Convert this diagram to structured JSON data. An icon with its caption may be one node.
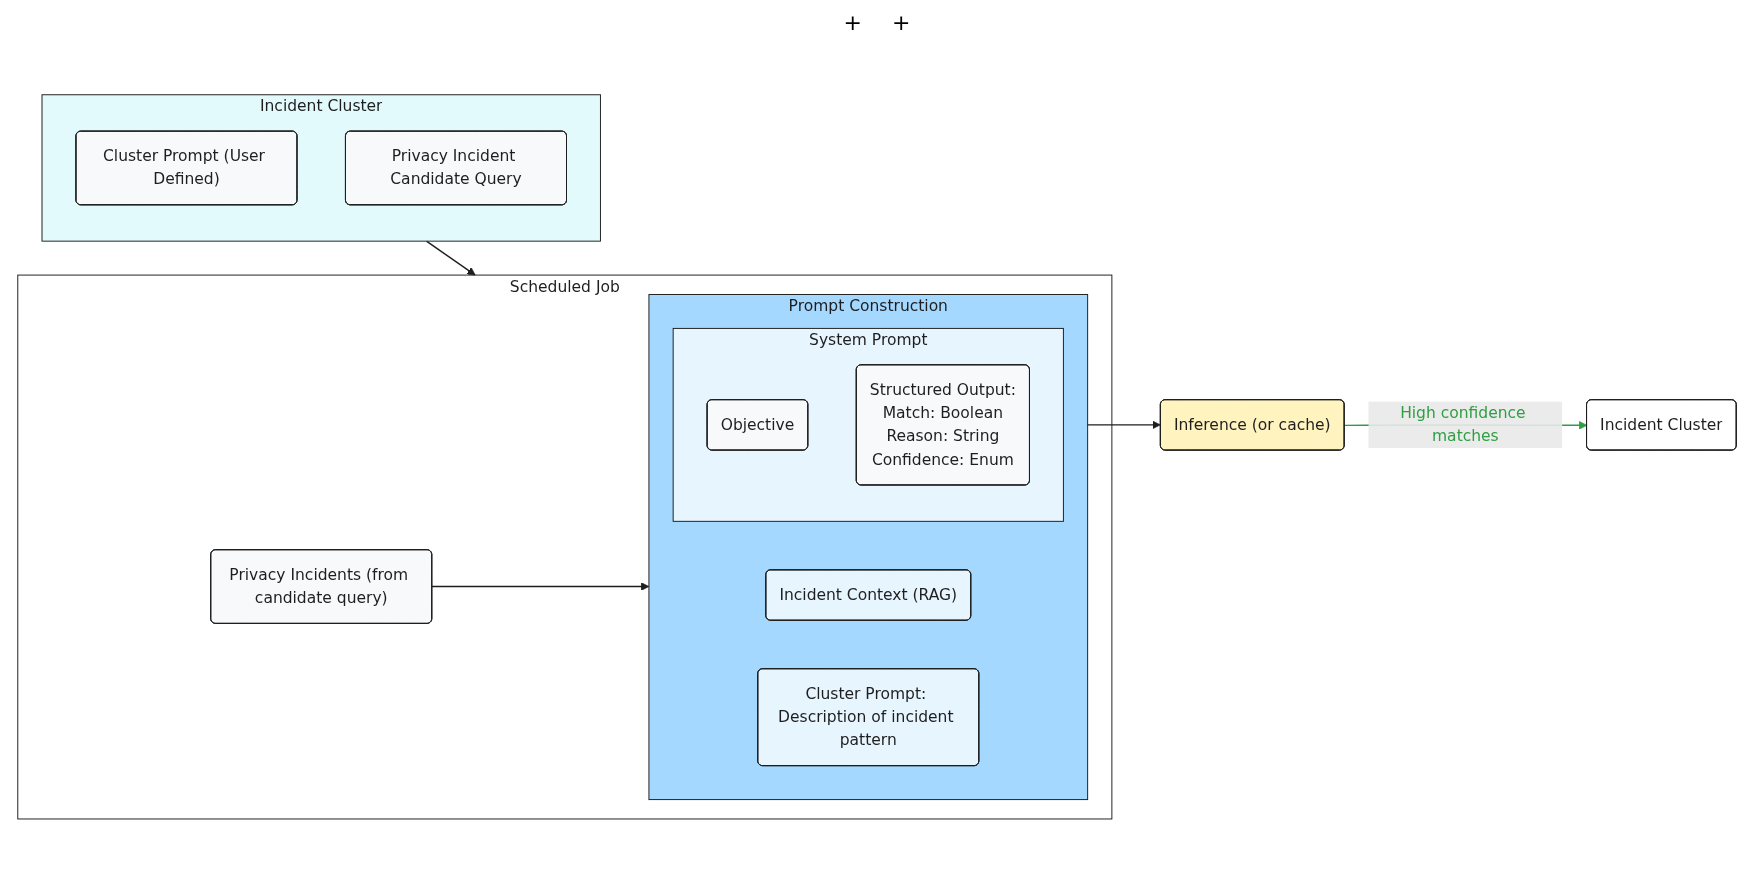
{
  "diagram": {
    "nodes": [
      {
        "text": [
          "Incident Cluster"
        ]
      },
      {
        "text": [
          "Cluster Prompt (User Defined)"
        ],
        "in": 0
      },
      {
        "text": [
          "Privacy Incident Candidate Query"
        ],
        "in": 0
      },
      {
        "text": [
          "Scheduled Job"
        ]
      },
      {
        "text": [
          "Privacy Incidents (from candidate query)"
        ],
        "in": 3
      },
      {
        "text": [
          "Prompt Construction"
        ],
        "in": 3
      },
      {
        "text": [
          "Incident Context (RAG)"
        ],
        "in": 5
      },
      {
        "text": [
          "System Prompt"
        ],
        "in": 5
      },
      {
        "text": [
          "Objective"
        ],
        "in": 7
      },
      {
        "text": [
          "Structured Output:",
          "Match: Boolean",
          "Reason: String",
          "Confidence: Enum"
        ],
        "in": 7
      },
      {
        "text": [
          "Cluster Prompt: Description of incident pattern"
        ],
        "in": 5
      },
      {
        "text": [
          "Inference (or cache)"
        ]
      },
      {
        "text": [
          "Incident Cluster"
        ]
      }
    ],
    "edges": [
      {
        "from": 0,
        "to": 3,
        "arrow": "to"
      },
      {
        "from": 4,
        "to": 5,
        "arrow": "to"
      },
      {
        "from": 5,
        "to": 11,
        "arrow": "to"
      },
      {
        "from": 11,
        "to": 12,
        "arrow": "to",
        "label": "High confidence matches",
        "color": "#2f9e44"
      }
    ],
    "labels": [
      "+",
      "+"
    ]
  }
}
